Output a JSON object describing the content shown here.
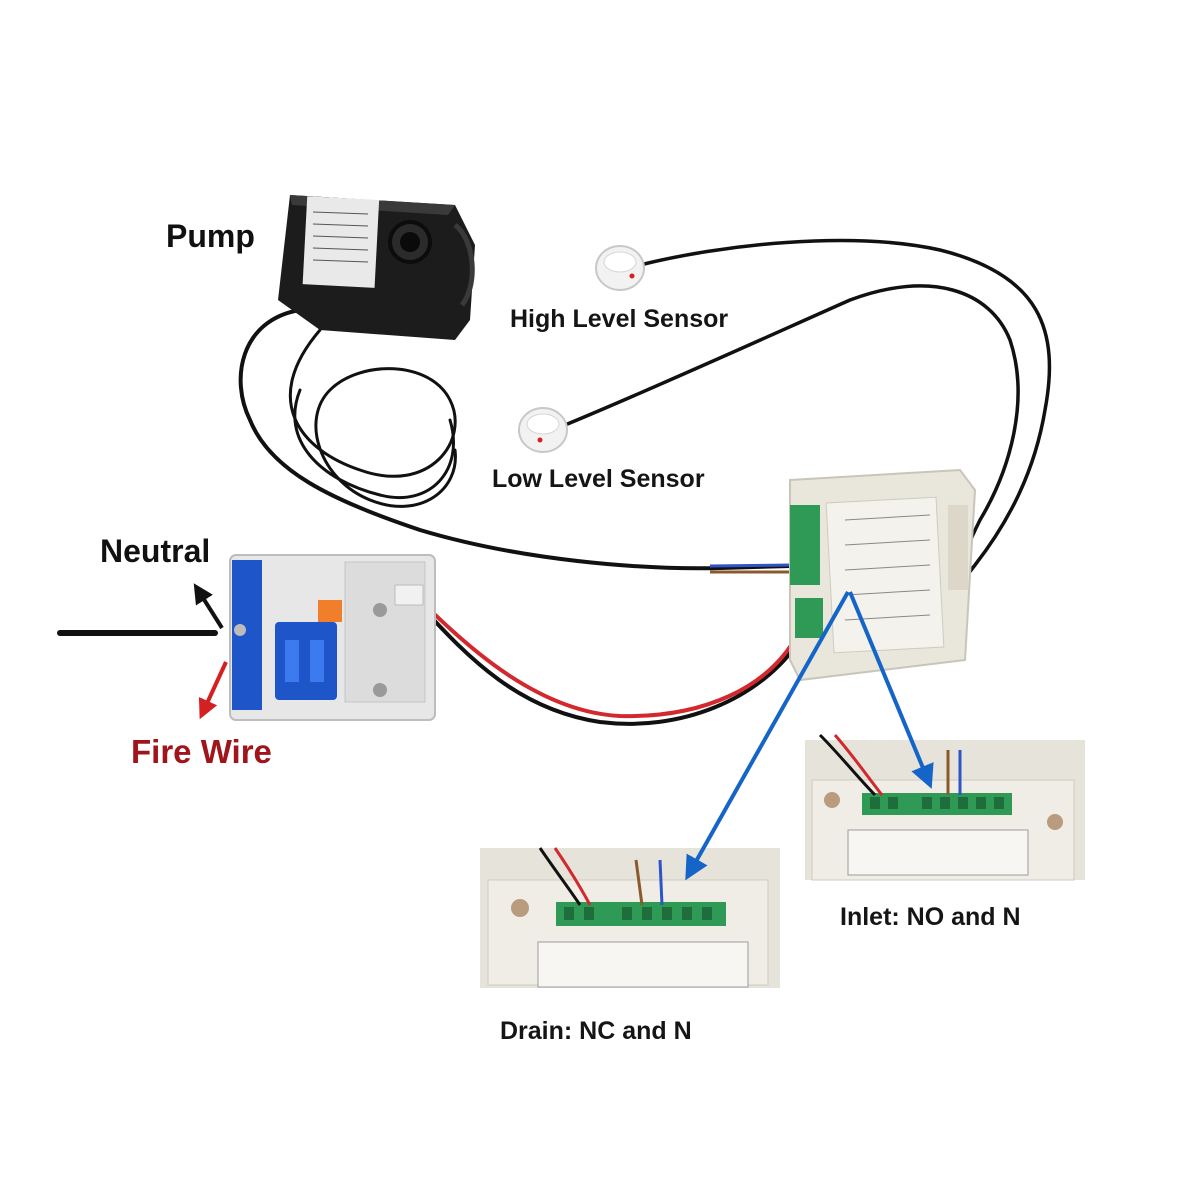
{
  "labels": {
    "pump": "Pump",
    "high_level_sensor": "High Level Sensor",
    "low_level_sensor": "Low Level Sensor",
    "neutral": "Neutral",
    "fire_wire": "Fire Wire",
    "inlet": "Inlet: NO and N",
    "drain": "Drain: NC and N"
  },
  "colors": {
    "cable": "#111111",
    "live_wire": "#d2282e",
    "neutral_wire": "#2d55c8",
    "callout_arrow": "#1565c8",
    "fire_wire_arrow": "#d42020",
    "fire_wire_text": "#a0141c",
    "terminal_green": "#2f9a55",
    "module_body": "#e9e6dc",
    "breaker_blue": "#1e55c8"
  },
  "icons": {
    "pump": "water-pump",
    "sensor": "round-level-sensor",
    "breaker": "circuit-breaker",
    "controller": "relay-controller-module"
  }
}
